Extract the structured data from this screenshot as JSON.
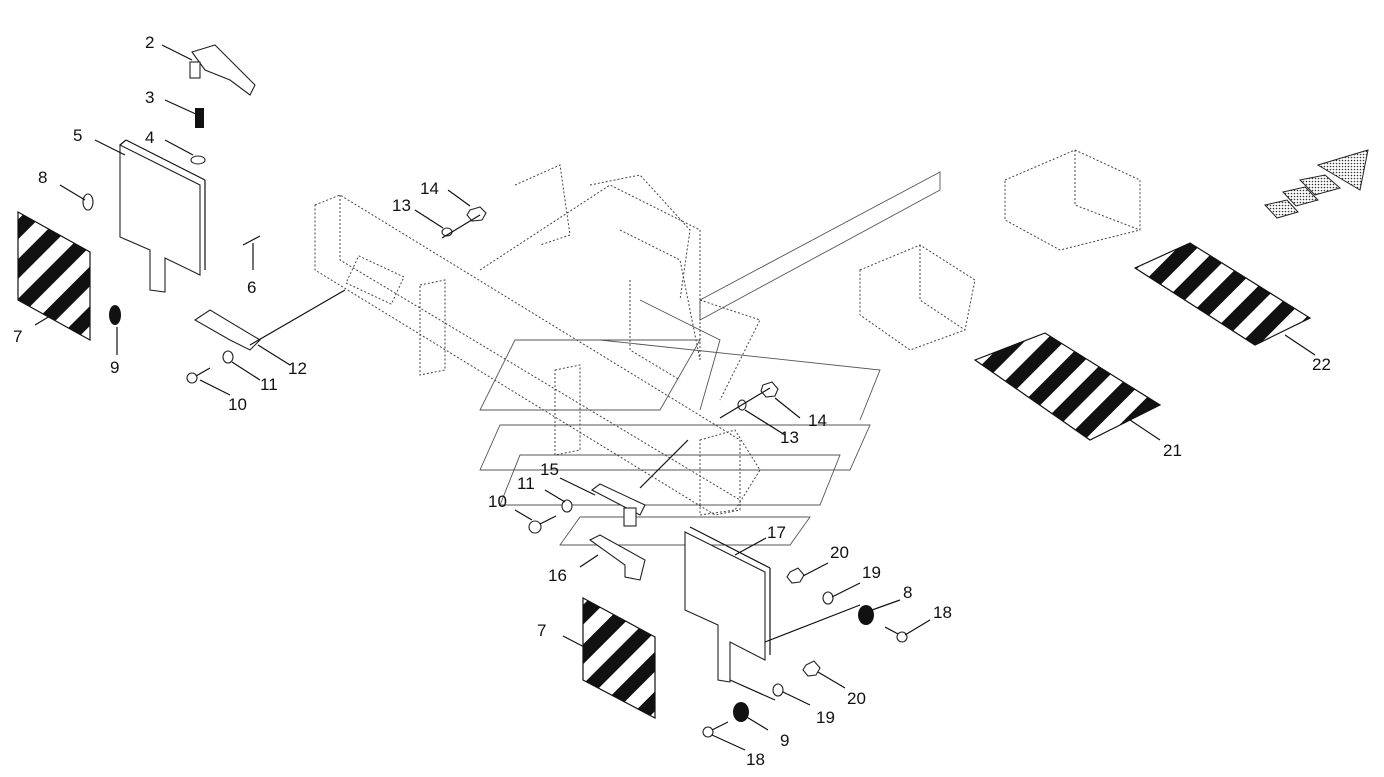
{
  "diagram": {
    "callouts": [
      "2",
      "3",
      "4",
      "5",
      "6",
      "7",
      "8",
      "9",
      "10",
      "11",
      "12",
      "13",
      "14",
      "13",
      "14",
      "15",
      "11",
      "10",
      "16",
      "17",
      "20",
      "19",
      "8",
      "18",
      "7",
      "20",
      "19",
      "9",
      "18",
      "21",
      "22"
    ]
  }
}
